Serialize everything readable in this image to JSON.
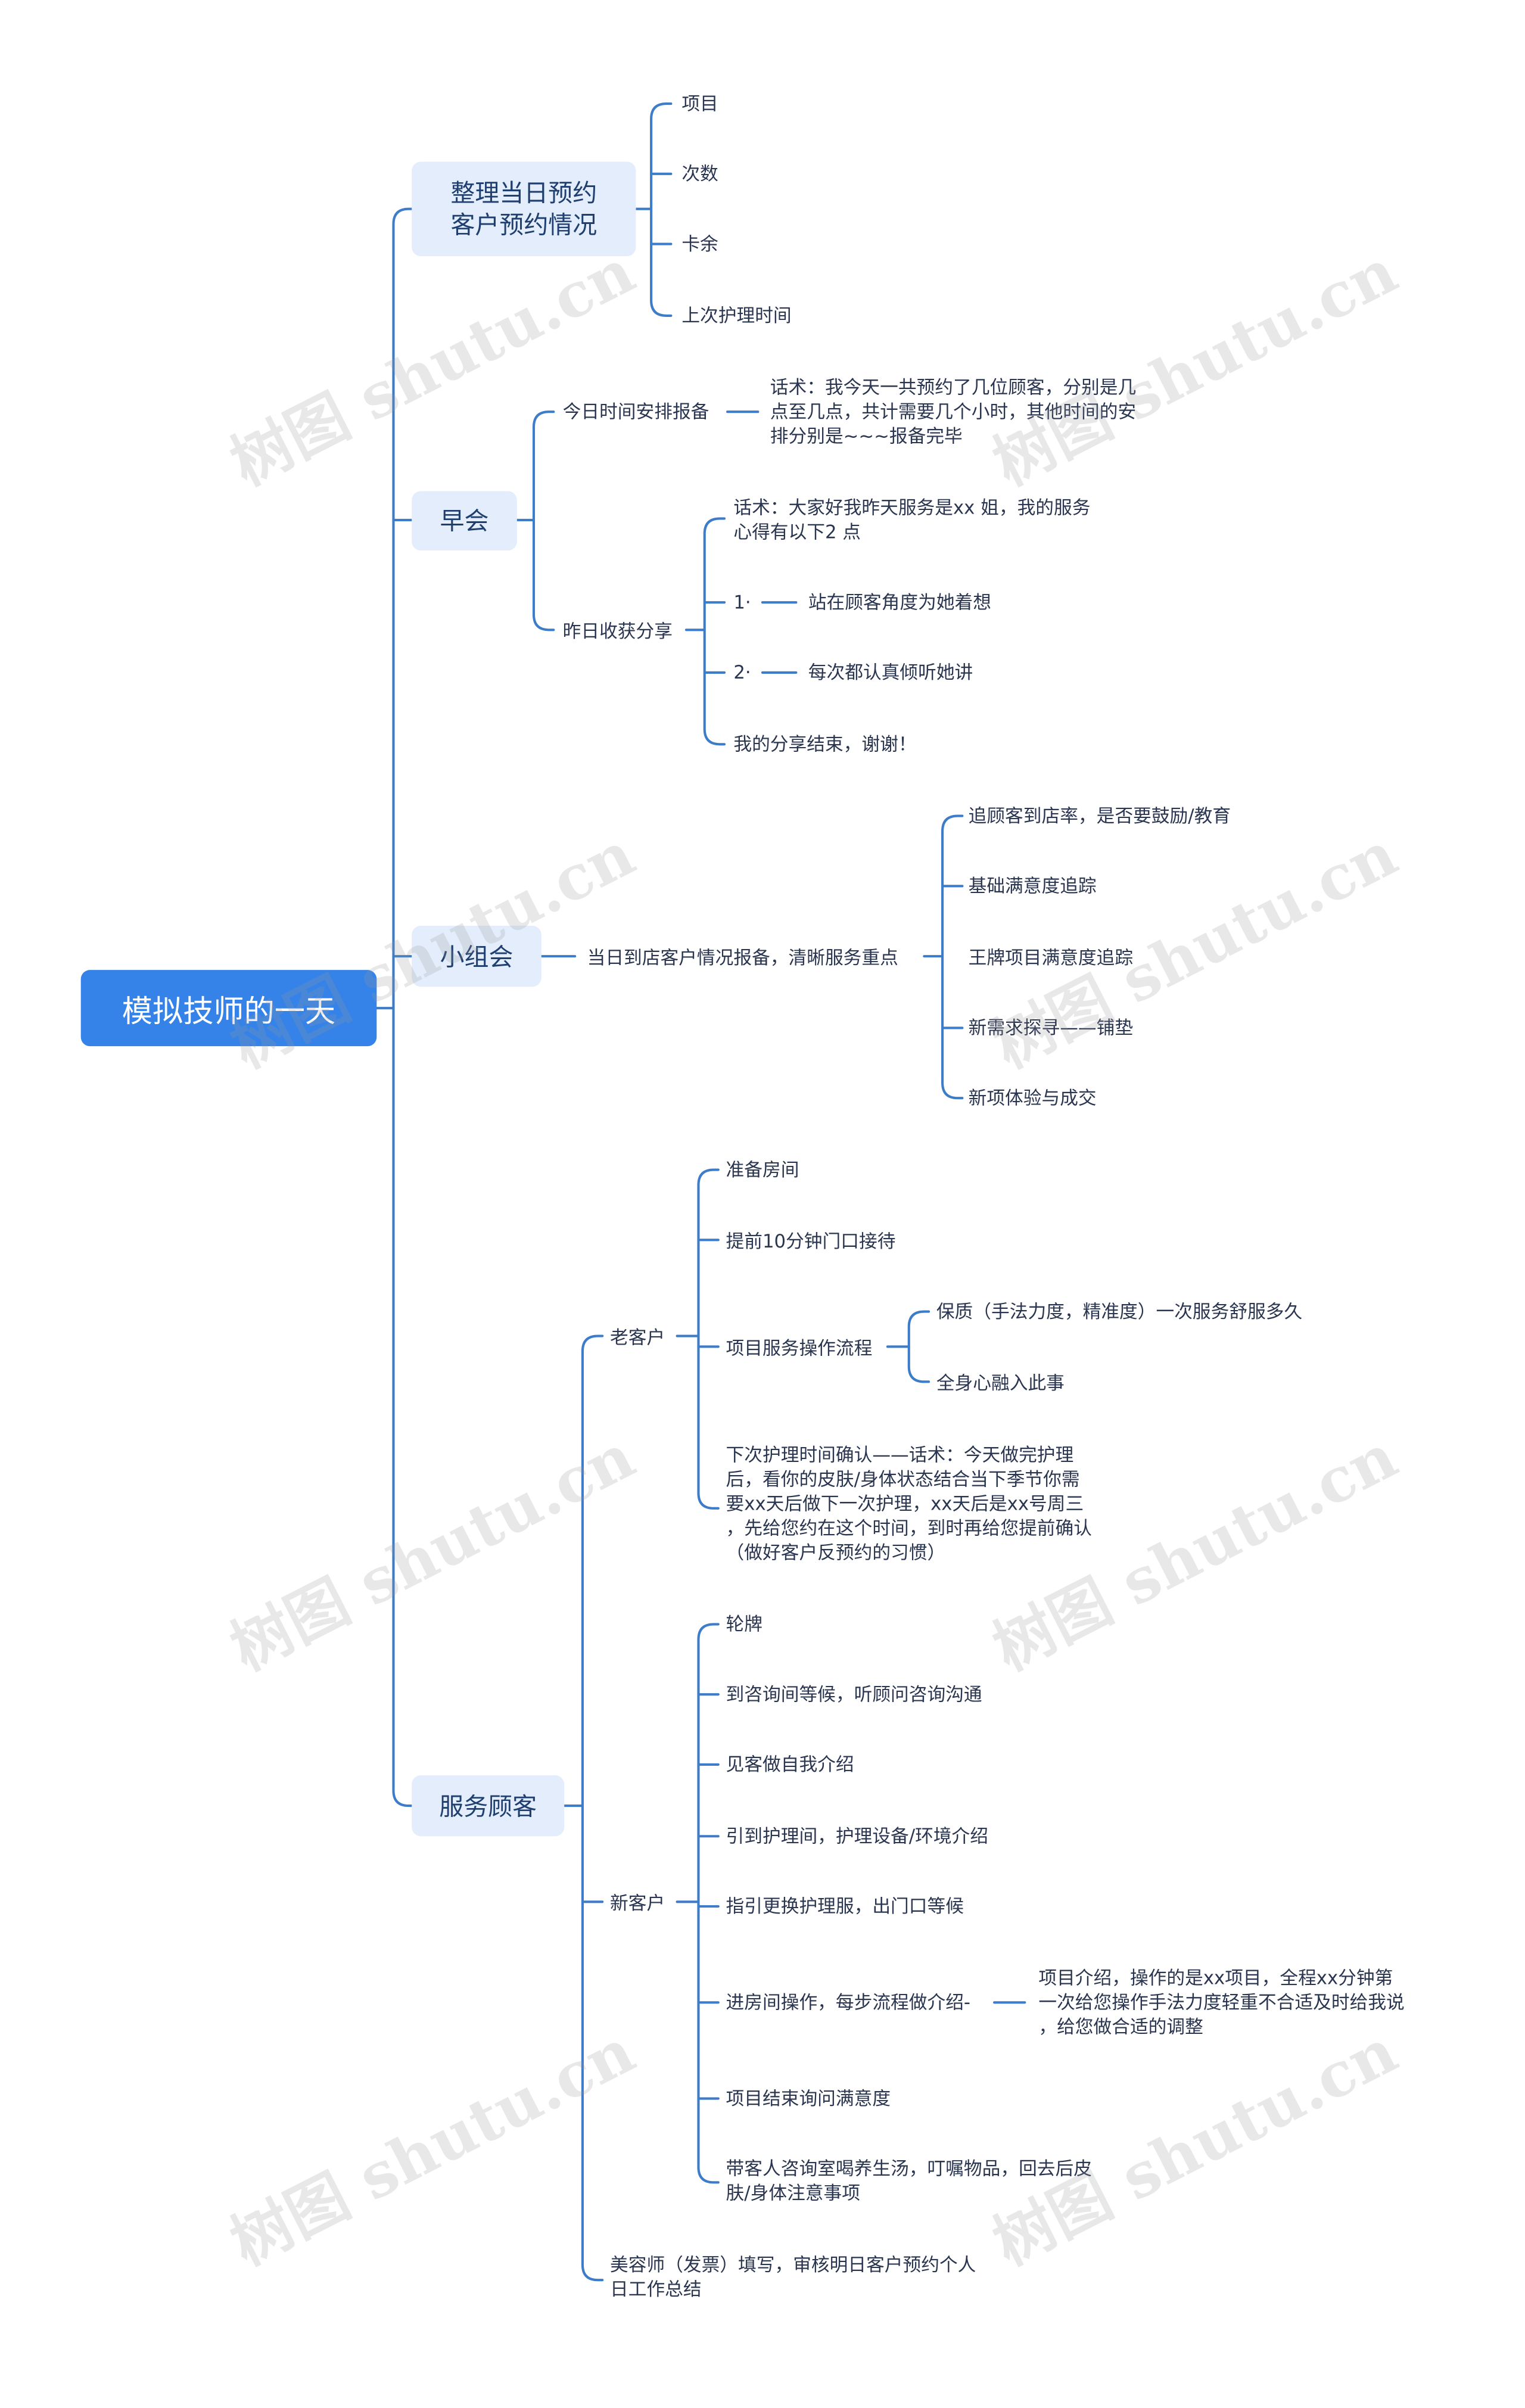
{
  "root": "模拟技师的一天",
  "branches": {
    "b1": {
      "label_lines": [
        "整理当日预约",
        "客户预约情况"
      ],
      "items": [
        "项目",
        "次数",
        "卡余",
        "上次护理时间"
      ]
    },
    "b2": {
      "label": "早会",
      "s1": {
        "label": "今日时间安排报备",
        "note_lines": [
          "话术：我今天一共预约了几位顾客，分别是几",
          "点至几点，共计需要几个小时，其他时间的安",
          "排分别是~~~报备完毕"
        ]
      },
      "s2": {
        "label": "昨日收获分享",
        "intro_lines": [
          "话术：大家好我昨天服务是xx 姐，我的服务",
          "心得有以下2 点"
        ],
        "p1": "1·",
        "p1_text": "站在顾客角度为她着想",
        "p2": "2·",
        "p2_text": "每次都认真倾听她讲",
        "outro": "我的分享结束，谢谢！"
      }
    },
    "b3": {
      "label": "小组会",
      "s1": "当日到店客户情况报备，清晰服务重点",
      "items": [
        "追顾客到店率，是否要鼓励/教育",
        "基础满意度追踪",
        "王牌项目满意度追踪",
        "新需求探寻——铺垫",
        "新项体验与成交"
      ]
    },
    "b4": {
      "label": "服务顾客",
      "old": {
        "label": "老客户",
        "items": [
          "准备房间",
          "提前10分钟门口接待"
        ],
        "flow": {
          "label": "项目服务操作流程",
          "items": [
            "保质（手法力度，精准度）一次服务舒服多久",
            "全身心融入此事"
          ]
        },
        "next_lines": [
          "下次护理时间确认——话术：今天做完护理",
          "后，看你的皮肤/身体状态结合当下季节你需",
          "要xx天后做下一次护理，xx天后是xx号周三",
          "，先给您约在这个时间，到时再给您提前确认",
          "（做好客户反预约的习惯）"
        ]
      },
      "new": {
        "label": "新客户",
        "items": [
          "轮牌",
          "到咨询间等候，听顾问咨询沟通",
          "见客做自我介绍",
          "引到护理间，护理设备/环境介绍",
          "指引更换护理服，出门口等候"
        ],
        "op": {
          "label": "进房间操作，每步流程做介绍-",
          "note_lines": [
            "项目介绍，操作的是xx项目，全程xx分钟第",
            "一次给您操作手法力度轻重不合适及时给我说",
            "，给您做合适的调整"
          ]
        },
        "after": [
          "项目结束询问满意度"
        ],
        "last_lines": [
          "带客人咨询室喝养生汤，叮嘱物品，回去后皮",
          "肤/身体注意事项"
        ]
      },
      "summary_lines": [
        "美容师（发票）填写，审核明日客户预约个人",
        "日工作总结"
      ]
    }
  },
  "watermark": "树图 shutu.cn",
  "colors": {
    "line": "#3d7cc9",
    "root_bg": "#3583e8",
    "main_bg": "#e3edfb"
  }
}
